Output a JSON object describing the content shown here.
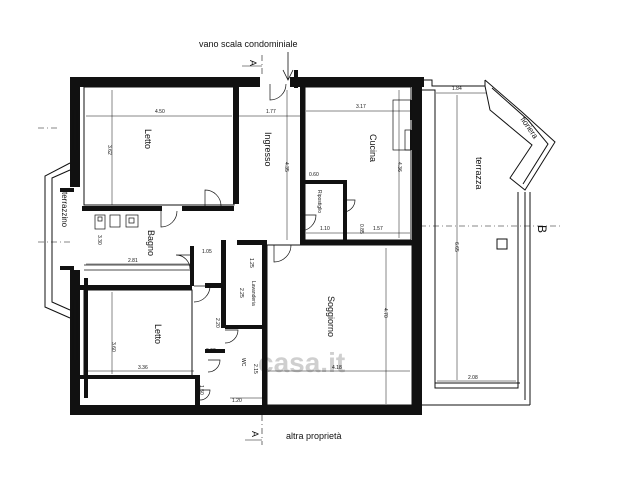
{
  "labels": {
    "top": "vano scala condominiale",
    "bottom": "altra proprietà",
    "section_a_top": "A",
    "section_a_bottom": "A",
    "section_b": "B"
  },
  "rooms": {
    "letto_top": "Letto",
    "ingresso": "Ingresso",
    "cucina": "Cucina",
    "terrazza": "terrazza",
    "fioriera": "fioriera",
    "terrazzino": "terrazzino",
    "bagno": "Bagno",
    "lavanderia": "Lavanderia",
    "soggiorno": "Soggiorno",
    "letto_bottom": "Letto",
    "ripostiglio": "Ripostiglio",
    "wc": "WC"
  },
  "dimensions": {
    "d450": "4.50",
    "d177": "1.77",
    "d317": "3.17",
    "d184": "1.84",
    "d362": "3.62",
    "d435": "4.35",
    "d436": "4.36",
    "d665": "6.65",
    "d281": "2.81",
    "d330": "3.30",
    "d105": "1.05",
    "d110": "1.10",
    "d157": "1.57",
    "d060a": "0.60",
    "d060b": "0.60",
    "d225": "2.25",
    "d470": "4.70",
    "d220": "2.20",
    "d360": "3.60",
    "d336": "3.36",
    "d418": "4.18",
    "d208": "2.08",
    "d150": "1.50",
    "d120": "1.20",
    "d215": "2.15",
    "d125": "1.25",
    "d085": "0.85"
  },
  "watermark": "casa.it"
}
